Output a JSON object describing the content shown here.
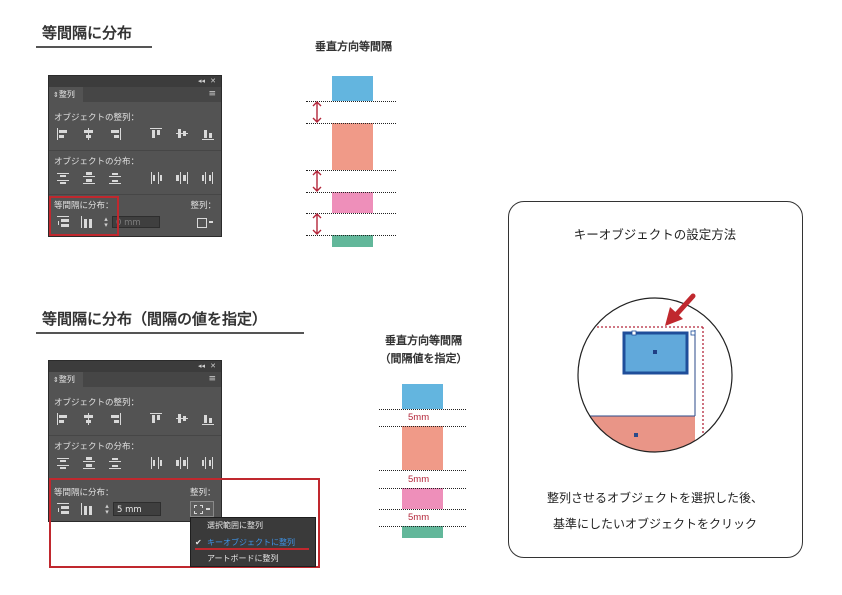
{
  "section1": {
    "heading": "等間隔に分布",
    "diagram_caption": "垂直方向等間隔"
  },
  "section2": {
    "heading": "等間隔に分布（間隔の値を指定）",
    "diagram_caption_line1": "垂直方向等間隔",
    "diagram_caption_line2": "（間隔値を指定）",
    "gap_labels": [
      "5mm",
      "5mm",
      "5mm"
    ]
  },
  "panel": {
    "collapse_glyph": "◂◂",
    "close_glyph": "✕",
    "tab_label": "整列",
    "tab_arrow": "⇕",
    "menu_glyph": "≡",
    "align_objects_label": "オブジェクトの整列：",
    "distribute_objects_label": "オブジェクトの分布：",
    "distribute_spacing_label": "等間隔に分布：",
    "align_to_label": "整列：",
    "spacing_value_placeholder": "0 mm",
    "spacing_value": "5 mm"
  },
  "dropdown": {
    "items": [
      "選択範囲に整列",
      "キーオブジェクトに整列",
      "アートボードに整列"
    ],
    "selected_index": 1,
    "check_glyph": "✔"
  },
  "keycard": {
    "title": "キーオブジェクトの設定方法",
    "desc_line1": "整列させるオブジェクトを選択した後、",
    "desc_line2": "基準にしたいオブジェクトをクリック"
  },
  "colors": {
    "blue": "#63b5df",
    "salmon": "#f09a88",
    "pink": "#ee8fba",
    "green": "#62b79a",
    "accent_red": "#c0282e",
    "key_border": "#1f4e9a",
    "key_fill": "#61a9db",
    "link_blue": "#3e95ea"
  }
}
